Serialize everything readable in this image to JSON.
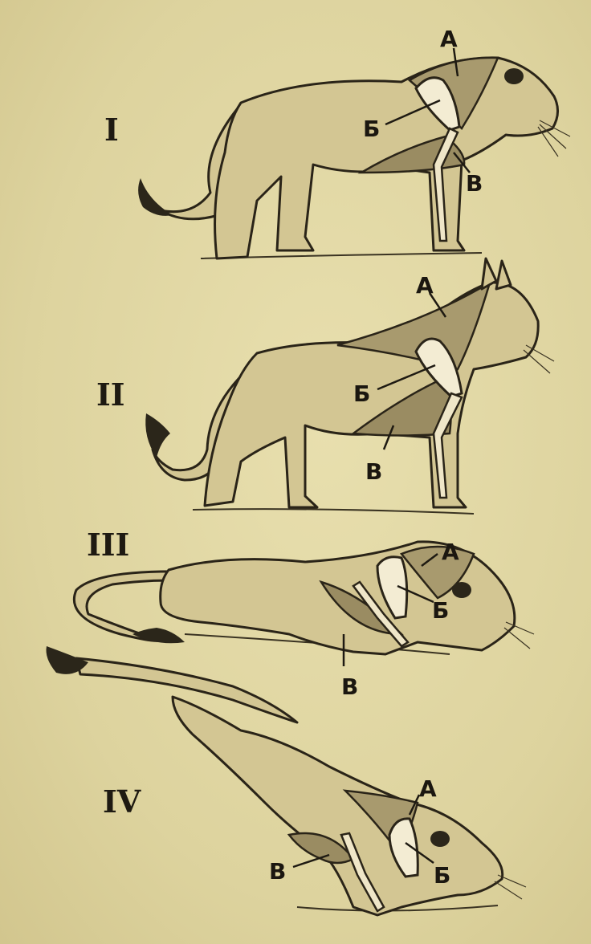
{
  "figures": [
    {
      "numeral": "I",
      "labels": {
        "a": "А",
        "b": "Б",
        "v": "В"
      }
    },
    {
      "numeral": "II",
      "labels": {
        "a": "А",
        "b": "Б",
        "v": "В"
      }
    },
    {
      "numeral": "III",
      "labels": {
        "a": "А",
        "b": "Б",
        "v": "В"
      }
    },
    {
      "numeral": "IV",
      "labels": {
        "a": "А",
        "b": "Б",
        "v": "В"
      }
    }
  ]
}
